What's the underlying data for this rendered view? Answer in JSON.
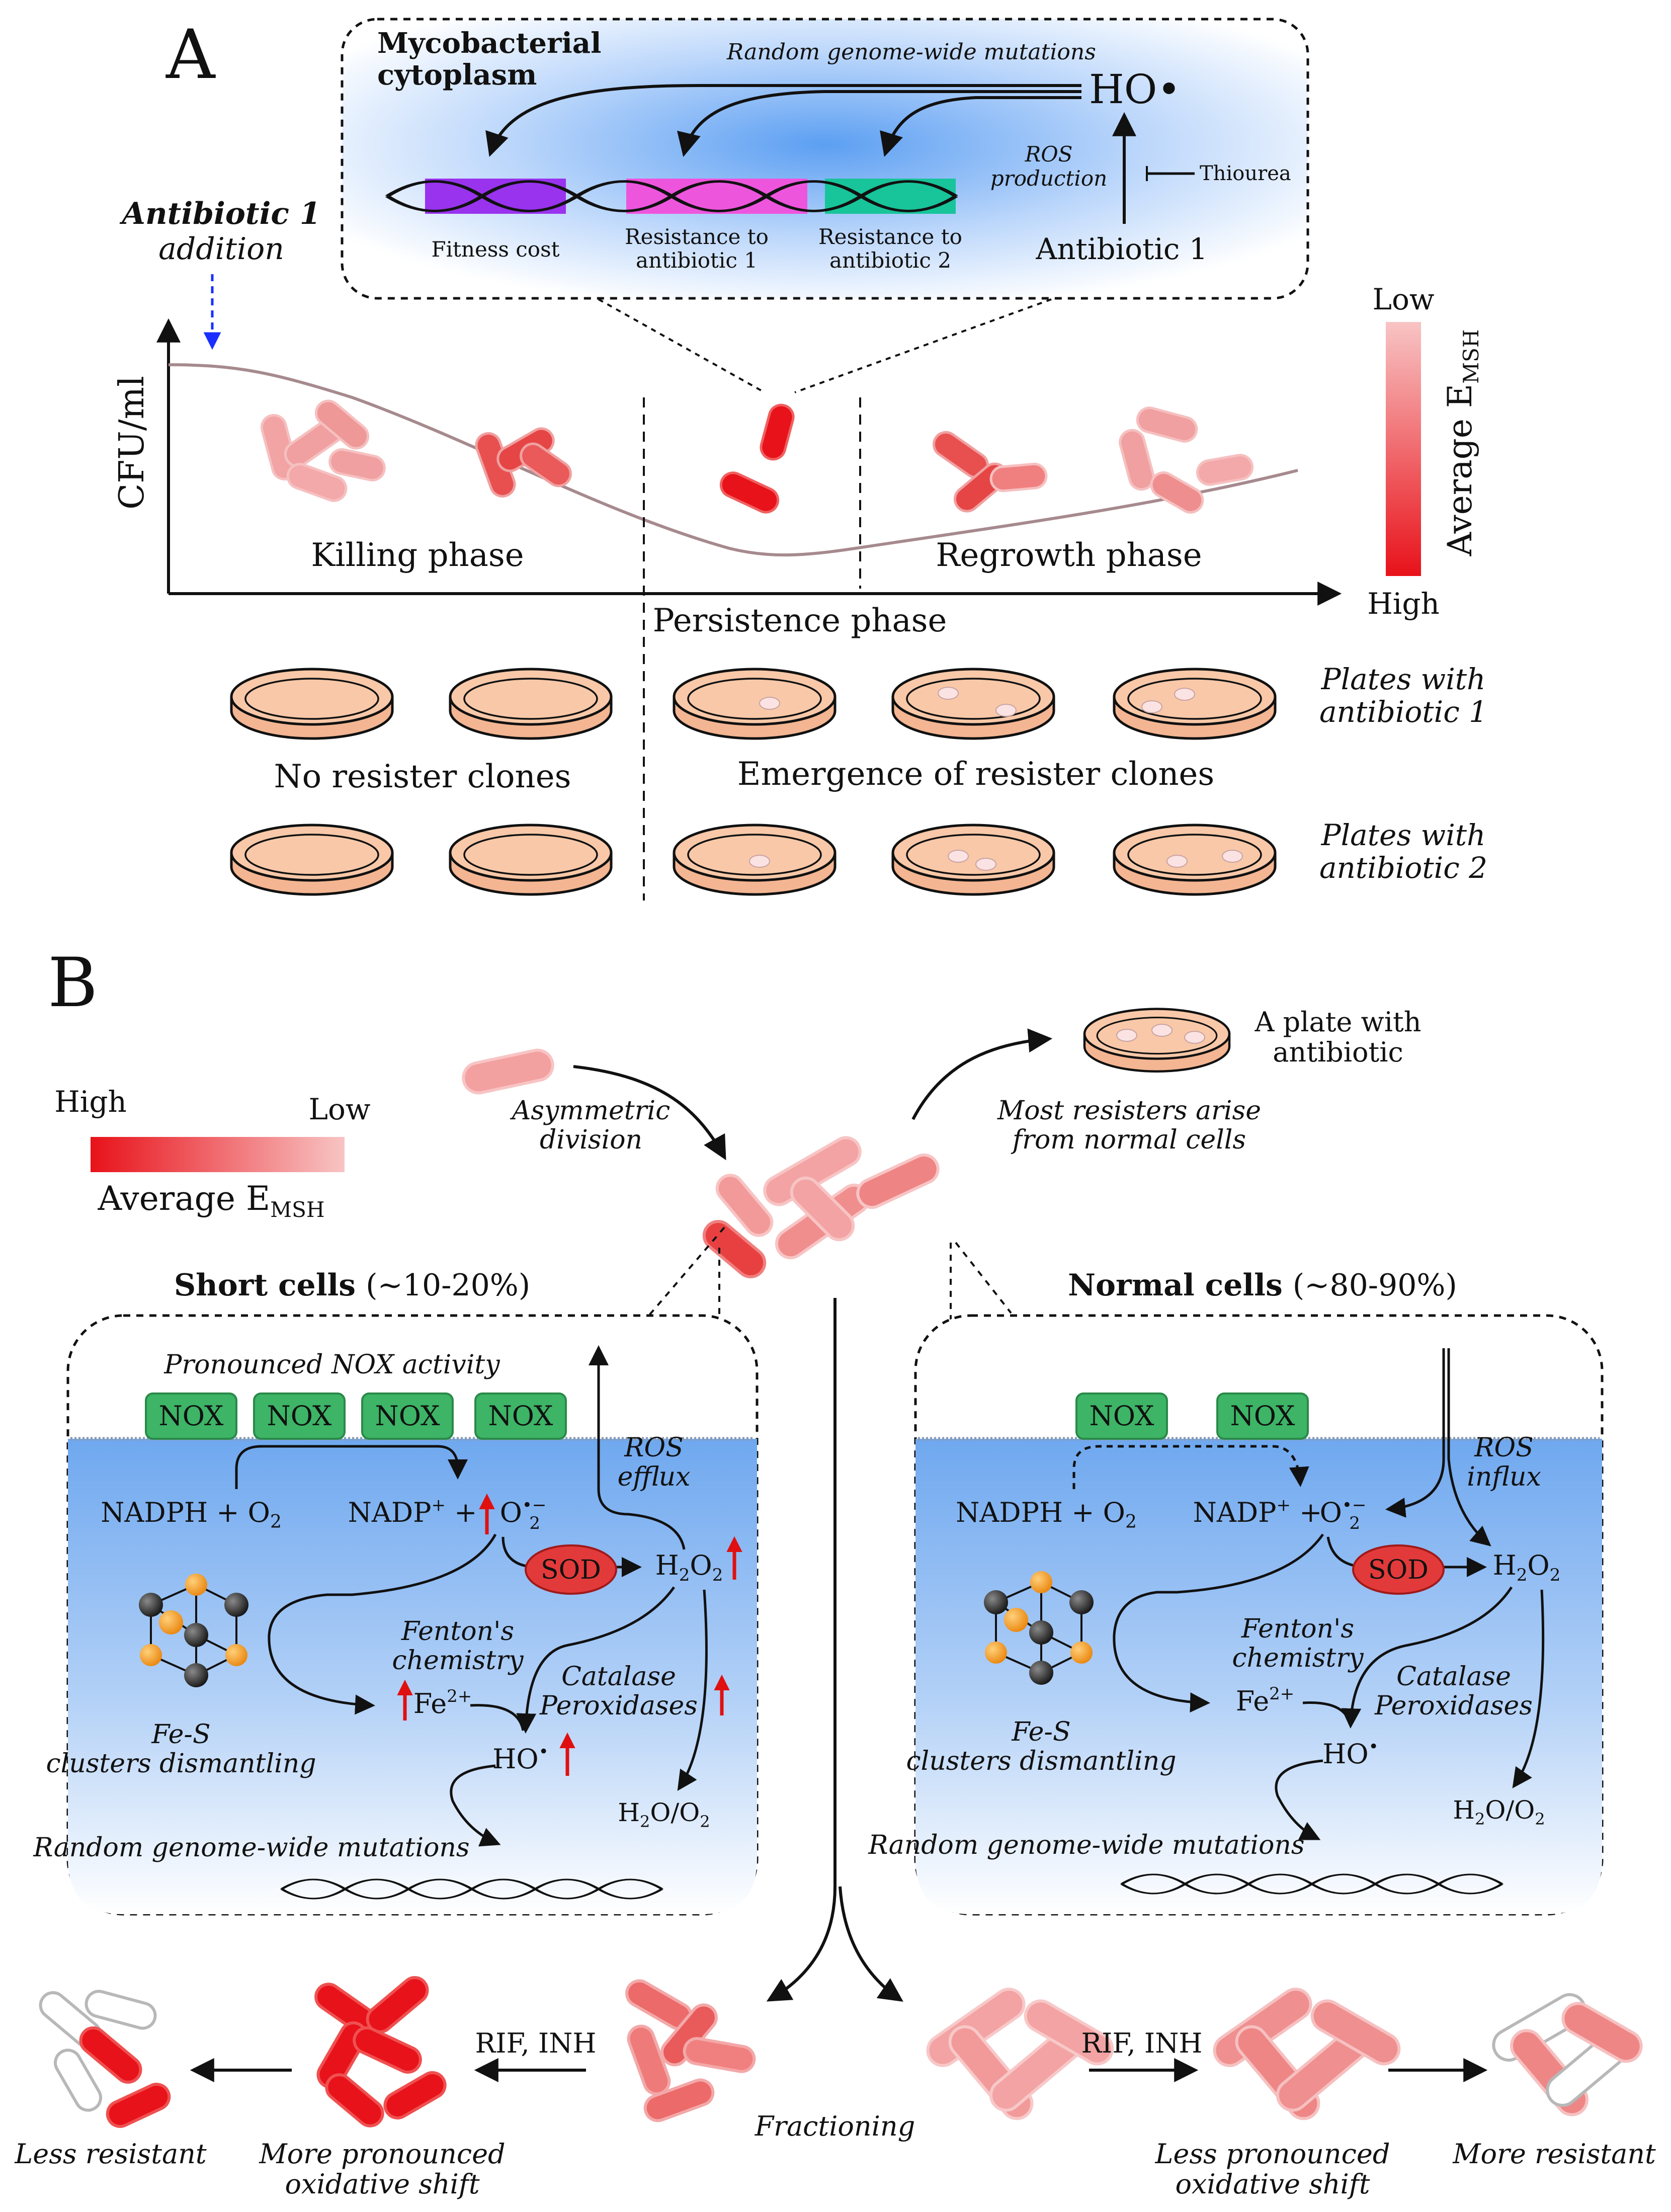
{
  "colors": {
    "high_emsh": "#e8121a",
    "low_emsh": "#f8c4c4",
    "cytoplasm_blue": "#6aa6ee",
    "nox_green": "#3db466",
    "sod_red": "#e23a3a",
    "plate_agar": "#f8c8a8",
    "up_arrow_red": "#e01010",
    "purple_segment": "#9933ee",
    "magenta_segment": "#ee55dd",
    "teal_segment": "#18c49a",
    "antibiotic_arrow": "#1a2eff"
  },
  "panel_a": {
    "letter": "A",
    "inset": {
      "title": "Mycobacterial cytoplasm",
      "mutations": "Random genome-wide mutations",
      "radical": "HO•",
      "ros_production": "ROS production",
      "thiourea": "Thiourea",
      "antibiotic": "Antibiotic 1",
      "fitness_cost": "Fitness cost",
      "resistance_1": "Resistance to antibiotic 1",
      "resistance_2": "Resistance to antibiotic 2"
    },
    "addition_1": "Antibiotic 1",
    "addition_2": "addition",
    "y_axis": "CFU/ml",
    "killing": "Killing phase",
    "persistence": "Persistence phase",
    "regrowth": "Regrowth phase",
    "legend_low": "Low",
    "legend_high": "High",
    "legend_title": "Average E",
    "legend_sub": "MSH",
    "plates_ab1": "Plates with antibiotic 1",
    "plates_ab2": "Plates with antibiotic 2",
    "no_resisters": "No resister clones",
    "emergence": "Emergence of resister clones"
  },
  "panel_b": {
    "letter": "B",
    "legend_high": "High",
    "legend_low": "Low",
    "legend_title": "Average E",
    "legend_sub": "MSH",
    "asymmetric": "Asymmetric division",
    "plate_label": "A plate with antibiotic",
    "most_resisters": "Most resisters arise from normal cells",
    "short_cells": "Short cells",
    "short_pct": "(~10-20%)",
    "normal_cells": "Normal cells",
    "normal_pct": "(~80-90%)",
    "left_box": {
      "nox_activity": "Pronounced NOX activity",
      "nox_labels": [
        "NOX",
        "NOX",
        "NOX",
        "NOX"
      ],
      "ros_efflux": "ROS efflux",
      "nadph": "NADPH + O",
      "nadp": "NADP",
      "superoxide": "O",
      "sod": "SOD",
      "h2o2": "H",
      "fenton": "Fenton's chemistry",
      "fe": "Fe",
      "catalase": "Catalase Peroxidases",
      "hydroxyl": "HO",
      "h2o_o2": "H",
      "fes": "Fe-S clusters dismantling",
      "mutations": "Random genome-wide mutations"
    },
    "right_box": {
      "nox_labels": [
        "NOX",
        "NOX"
      ],
      "ros_influx": "ROS influx",
      "nadph": "NADPH + O",
      "nadp": "NADP",
      "superoxide": "O",
      "sod": "SOD",
      "h2o2": "H",
      "fenton": "Fenton's chemistry",
      "fe": "Fe",
      "catalase": "Catalase Peroxidases",
      "hydroxyl": "HO",
      "h2o_o2": "H",
      "fes": "Fe-S clusters dismantling",
      "mutations": "Random genome-wide mutations"
    },
    "fractioning": "Fractioning",
    "drugs_left": "RIF, INH",
    "drugs_right": "RIF, INH",
    "less_resistant": "Less resistant",
    "more_shift": "More pronounced oxidative shift",
    "less_shift": "Less pronounced oxidative shift",
    "more_resistant": "More resistant"
  }
}
